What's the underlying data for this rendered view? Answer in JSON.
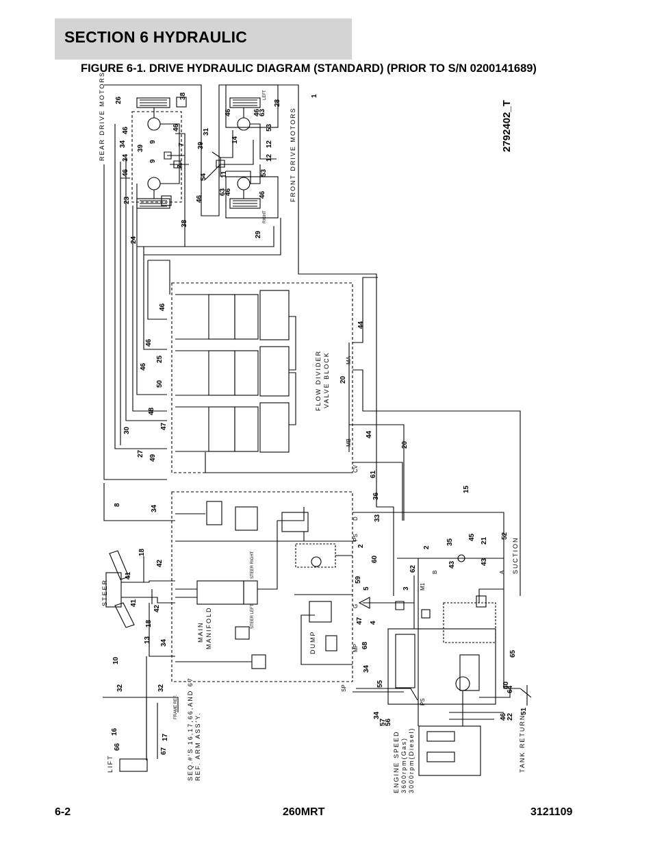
{
  "header": {
    "section": "SECTION 6   HYDRAULIC",
    "figure_title": "FIGURE 6-1. DRIVE HYDRAULIC DIAGRAM (STANDARD) (PRIOR TO S/N 0200141689)"
  },
  "diagram": {
    "drawing_number": "2792402_T",
    "labels": {
      "rear_drive_motors": "REAR DRIVE MOTORS",
      "front_drive_motors": "FRONT DRIVE MOTORS",
      "left": "LEFT",
      "right": "RIGHT",
      "flow_divider_1": "FLOW DIVIDER",
      "flow_divider_2": "VALVE BLOCK",
      "main_manifold_1": "MAIN",
      "main_manifold_2": "MANIFOLD",
      "steer": "STEER",
      "lift": "LIFT",
      "dump": "DUMP",
      "suction": "SUCTION",
      "tank_return": "TANK RETURN",
      "seq_note_1": "SEQ.#'S 16,17,66,AND 67",
      "seq_note_2": "REF. ARM ASS'Y.",
      "engine_speed_1": "ENGINE SPEED",
      "engine_speed_2": "3600rpm(Gas)",
      "engine_speed_3": "3000rpm(Diesel)",
      "frame_ref": "FRAME REF.",
      "steer_right": "STEER RIGHT",
      "steer_left": "STEER LEFT"
    },
    "ports": {
      "ma": "MA",
      "mb": "MB",
      "cv": "CV",
      "ps": "PS",
      "d": "D",
      "g": "G",
      "mp": "MP",
      "sp": "SP",
      "m1": "M1",
      "a": "A",
      "b": "B"
    },
    "callouts": [
      {
        "id": "c1",
        "n": "1"
      },
      {
        "id": "c2",
        "n": "26"
      },
      {
        "id": "c3",
        "n": "38"
      },
      {
        "id": "c4",
        "n": "46"
      },
      {
        "id": "c5",
        "n": "46"
      },
      {
        "id": "c6",
        "n": "34"
      },
      {
        "id": "c7",
        "n": "39"
      },
      {
        "id": "c8",
        "n": "9"
      },
      {
        "id": "c9",
        "n": "7"
      },
      {
        "id": "c10",
        "n": "34"
      },
      {
        "id": "c11",
        "n": "9"
      },
      {
        "id": "c12",
        "n": "7"
      },
      {
        "id": "c13",
        "n": "46"
      },
      {
        "id": "c14",
        "n": "23"
      },
      {
        "id": "c15",
        "n": "46"
      },
      {
        "id": "c16",
        "n": "38"
      },
      {
        "id": "c17",
        "n": "31"
      },
      {
        "id": "c18",
        "n": "39"
      },
      {
        "id": "c19",
        "n": "54"
      },
      {
        "id": "c20",
        "n": "14"
      },
      {
        "id": "c21",
        "n": "11"
      },
      {
        "id": "c22",
        "n": "12"
      },
      {
        "id": "c23",
        "n": "12"
      },
      {
        "id": "c24",
        "n": "53"
      },
      {
        "id": "c25",
        "n": "53"
      },
      {
        "id": "c26",
        "n": "46"
      },
      {
        "id": "c27",
        "n": "46"
      },
      {
        "id": "c28",
        "n": "63"
      },
      {
        "id": "c29",
        "n": "28"
      },
      {
        "id": "c30",
        "n": "63"
      },
      {
        "id": "c31",
        "n": "46"
      },
      {
        "id": "c32",
        "n": "46"
      },
      {
        "id": "c33",
        "n": "29"
      },
      {
        "id": "c34",
        "n": "24"
      },
      {
        "id": "c35",
        "n": "46"
      },
      {
        "id": "c36",
        "n": "46"
      },
      {
        "id": "c37",
        "n": "25"
      },
      {
        "id": "c38",
        "n": "46"
      },
      {
        "id": "c39",
        "n": "50"
      },
      {
        "id": "c40",
        "n": "48"
      },
      {
        "id": "c41",
        "n": "30"
      },
      {
        "id": "c42",
        "n": "47"
      },
      {
        "id": "c43",
        "n": "27"
      },
      {
        "id": "c44",
        "n": "49"
      },
      {
        "id": "c45",
        "n": "44"
      },
      {
        "id": "c46",
        "n": "20"
      },
      {
        "id": "c47",
        "n": "44"
      },
      {
        "id": "c48",
        "n": "20"
      },
      {
        "id": "c49",
        "n": "61"
      },
      {
        "id": "c50",
        "n": "15"
      },
      {
        "id": "c51",
        "n": "36"
      },
      {
        "id": "c52",
        "n": "8"
      },
      {
        "id": "c53",
        "n": "34"
      },
      {
        "id": "c54",
        "n": "33"
      },
      {
        "id": "c55",
        "n": "2"
      },
      {
        "id": "c56",
        "n": "2"
      },
      {
        "id": "c57",
        "n": "35"
      },
      {
        "id": "c58",
        "n": "45"
      },
      {
        "id": "c59",
        "n": "21"
      },
      {
        "id": "c60",
        "n": "52"
      },
      {
        "id": "c61",
        "n": "43"
      },
      {
        "id": "c62",
        "n": "43"
      },
      {
        "id": "c63",
        "n": "60"
      },
      {
        "id": "c64",
        "n": "62"
      },
      {
        "id": "c65",
        "n": "18"
      },
      {
        "id": "c66",
        "n": "42"
      },
      {
        "id": "c67",
        "n": "41"
      },
      {
        "id": "c68",
        "n": "41"
      },
      {
        "id": "c69",
        "n": "42"
      },
      {
        "id": "c70",
        "n": "18"
      },
      {
        "id": "c71",
        "n": "59"
      },
      {
        "id": "c72",
        "n": "5"
      },
      {
        "id": "c73",
        "n": "3"
      },
      {
        "id": "c74",
        "n": "47"
      },
      {
        "id": "c75",
        "n": "4"
      },
      {
        "id": "c76",
        "n": "13"
      },
      {
        "id": "c77",
        "n": "34"
      },
      {
        "id": "c78",
        "n": "68"
      },
      {
        "id": "c79",
        "n": "34"
      },
      {
        "id": "c80",
        "n": "10"
      },
      {
        "id": "c81",
        "n": "32"
      },
      {
        "id": "c82",
        "n": "32"
      },
      {
        "id": "c83",
        "n": "16"
      },
      {
        "id": "c84",
        "n": "66"
      },
      {
        "id": "c85",
        "n": "17"
      },
      {
        "id": "c86",
        "n": "67"
      },
      {
        "id": "c87",
        "n": "55"
      },
      {
        "id": "c88",
        "n": "34"
      },
      {
        "id": "c89",
        "n": "57"
      },
      {
        "id": "c90",
        "n": "56"
      },
      {
        "id": "c91",
        "n": "64"
      },
      {
        "id": "c92",
        "n": "65"
      },
      {
        "id": "c93",
        "n": "40"
      },
      {
        "id": "c94",
        "n": "46"
      },
      {
        "id": "c95",
        "n": "22"
      },
      {
        "id": "c96",
        "n": "51"
      }
    ]
  },
  "footer": {
    "page": "6-2",
    "model": "260MRT",
    "doc": "3121109"
  }
}
